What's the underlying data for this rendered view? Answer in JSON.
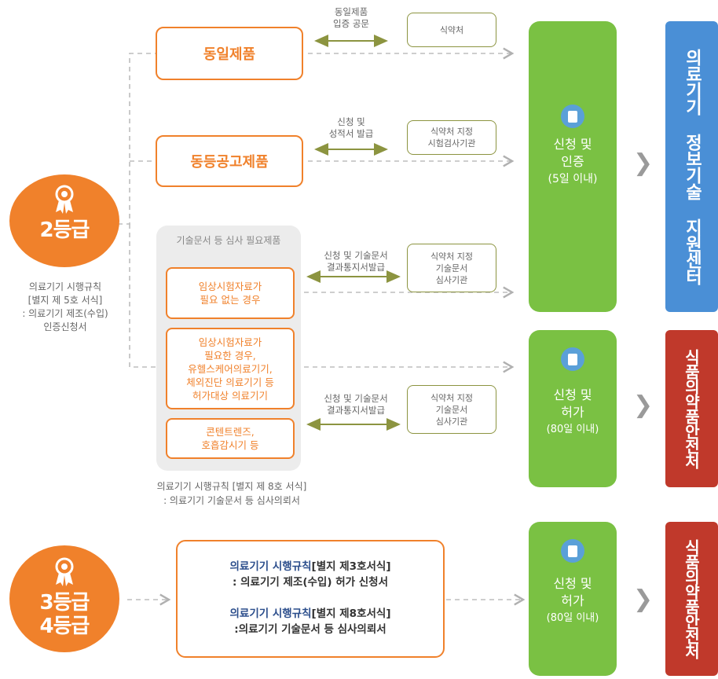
{
  "grade2": {
    "label": "2등급"
  },
  "grade34": {
    "line1": "3등급",
    "line2": "4등급"
  },
  "grade2_note": [
    "의료기기 시행규칙",
    "[별지 제 5호 서식]",
    ": 의료기기 제조(수입)",
    "인증신청서"
  ],
  "boxes": {
    "same_product": "동일제품",
    "equivalent_product": "동등공고제품"
  },
  "panel": {
    "title": "기술문서 등 심사 필요제품",
    "items": [
      [
        "임상시험자료가",
        "필요 없는 경우"
      ],
      [
        "임상시험자료가",
        "필요한 경우,",
        "유헬스케어의료기기,",
        "체외진단 의료기기 등",
        "허가대상 의료기기"
      ],
      [
        "콘텐트렌즈,",
        "호흡감시기 등"
      ]
    ],
    "note": [
      "의료기기 시행규칙 [별지 제 8호 서식]",
      ": 의료기기 기술문서 등 심사의뢰서"
    ]
  },
  "arrow_labels": {
    "a1": [
      "동일제품",
      "입증 공문"
    ],
    "a2": [
      "신청 및",
      "성적서 발급"
    ],
    "a3": [
      "신청 및 기술문서",
      "결과통지서발급"
    ],
    "a4": [
      "신청 및 기술문서",
      "결과통지서발급"
    ]
  },
  "agencies": {
    "g1": [
      "식약처"
    ],
    "g2": [
      "식약처 지정",
      "시험검사기관"
    ],
    "g3": [
      "식약처 지정",
      "기술문서",
      "심사기관"
    ],
    "g4": [
      "식약처 지정",
      "기술문서",
      "심사기관"
    ]
  },
  "green": {
    "g1": {
      "line1": "신청 및",
      "line2": "인증",
      "line3": "(5일 이내)"
    },
    "g2": {
      "line1": "신청 및",
      "line2": "허가",
      "line3": "(80일 이내)"
    },
    "g3": {
      "line1": "신청 및",
      "line2": "허가",
      "line3": "(80일 이내)"
    }
  },
  "sidebars": {
    "s1": "의료기기 정보기술 지원센터",
    "s2": "식품의약품안전처",
    "s3": "식품의약품안전처"
  },
  "grade34_box": {
    "l1_blue": "의료기기 시행규칙",
    "l1_rest": "[별지 제3호서식]",
    "l2": ": 의료기기 제조(수입) 허가 신청서",
    "l3_blue": "의료기기 시행규칙",
    "l3_rest": "[별지 제8호서식]",
    "l4": ":의료기기 기술문서 등 심사의뢰서"
  },
  "chevron": "❯",
  "colors": {
    "orange": "#f0812b",
    "green": "#7ac143",
    "blue": "#4a8fd6",
    "red": "#c0392b",
    "olive": "#8c9440"
  }
}
